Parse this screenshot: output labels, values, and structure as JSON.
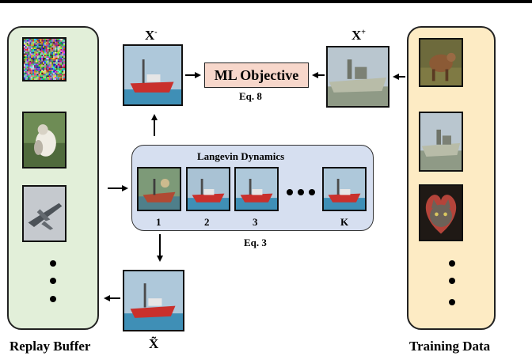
{
  "labels": {
    "x_minus": "X",
    "x_minus_sup": "-",
    "x_plus": "X",
    "x_plus_sup": "+",
    "ml_objective": "ML Objective",
    "eq8": "Eq. 8",
    "langevin": "Langevin Dynamics",
    "eq3": "Eq. 3",
    "x_tilde": "X̃",
    "replay_buffer": "Replay Buffer",
    "training_data": "Training Data"
  },
  "steps": [
    "1",
    "2",
    "3",
    "K"
  ],
  "colors": {
    "buffer_fill": "#e2efd9",
    "training_fill": "#fdebc4",
    "langevin_fill": "#d6dff0",
    "objective_fill": "#f7d7cb"
  },
  "icons": {
    "ellipsis_horizontal": "ellipsis-icon",
    "ellipsis_vertical": "vertical-ellipsis-icon"
  }
}
